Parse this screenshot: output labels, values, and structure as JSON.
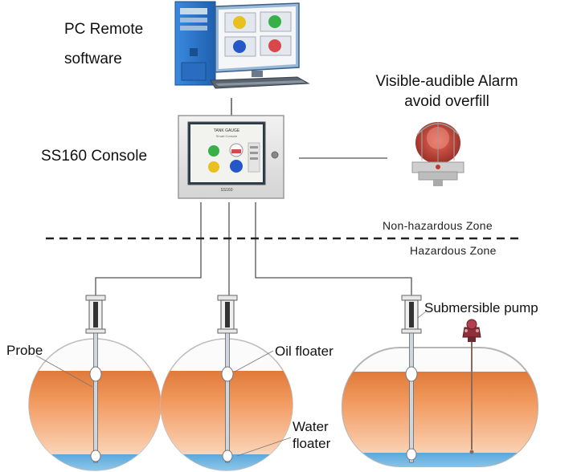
{
  "labels": {
    "pc_line1": "PC Remote",
    "pc_line2": "software",
    "alarm_line1": "Visible-audible Alarm",
    "alarm_line2": "avoid overfill",
    "console": "SS160 Console",
    "non_hazardous": "Non-hazardous Zone",
    "hazardous": "Hazardous Zone",
    "probe": "Probe",
    "oil_floater": "Oil floater",
    "water_floater_line1": "Water",
    "water_floater_line2": "floater",
    "pump": "Submersible pump"
  },
  "console_screen": {
    "title": "TANK GAUGE",
    "subtitle": "Smart Console",
    "brand": "SS160"
  },
  "colors": {
    "oil": "#f0a070",
    "water": "#7cc0e8",
    "tank_outline": "#bdbdbd",
    "line": "#555555",
    "console_body": "#e6e6e6",
    "alarm_red": "#c0392b",
    "gauge_green": "#38b048",
    "gauge_red": "#d94848",
    "gauge_yellow": "#e8c020",
    "gauge_blue": "#2458c8",
    "pc_blue": "#2e7bd0"
  },
  "icons": [
    "desktop-computer-icon",
    "console-icon",
    "alarm-beacon-icon",
    "probe-icon",
    "submersible-pump-icon"
  ]
}
